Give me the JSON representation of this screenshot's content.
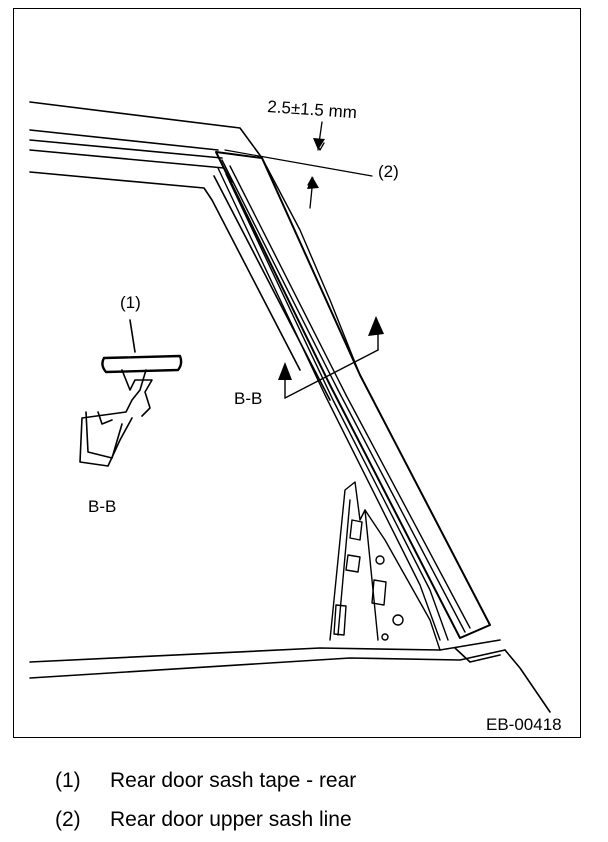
{
  "diagram": {
    "dimension_label": "2.5±1.5 mm",
    "callout_2": "(2)",
    "callout_1": "(1)",
    "section_arrow_label": "B-B",
    "section_view_label": "B-B",
    "figure_code": "EB-00418"
  },
  "legend": [
    {
      "num": "(1)",
      "text": "Rear door sash tape - rear"
    },
    {
      "num": "(2)",
      "text": "Rear door upper sash line"
    }
  ]
}
